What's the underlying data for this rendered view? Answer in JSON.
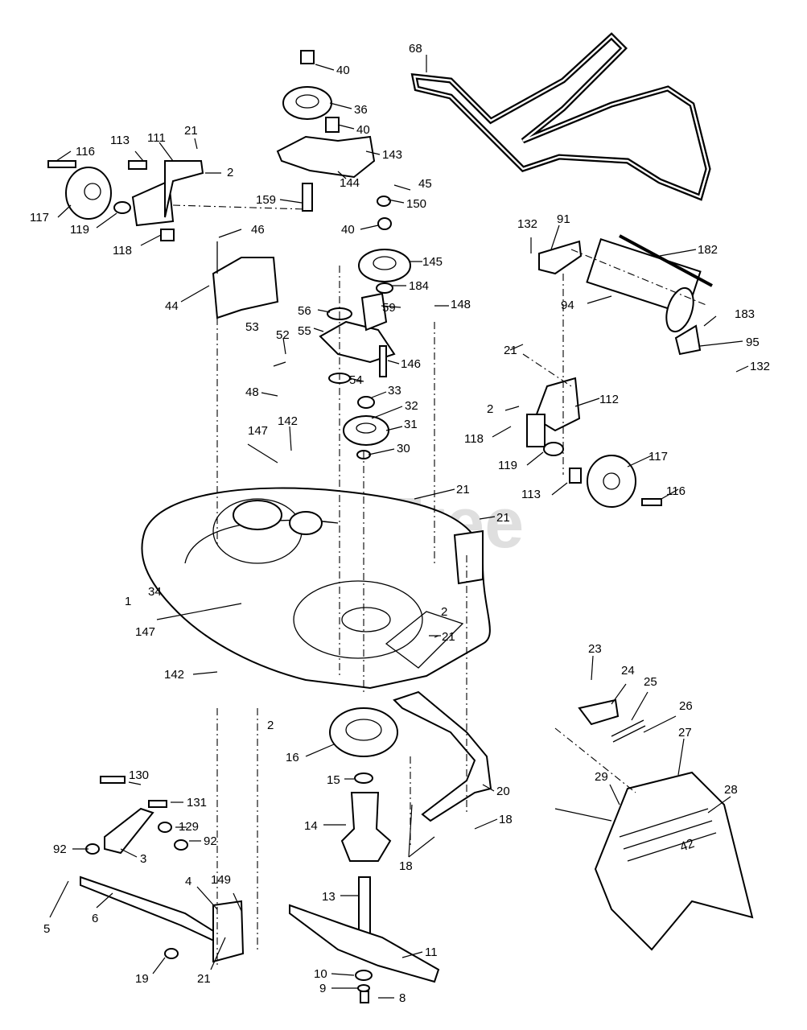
{
  "watermark": "PartsTree",
  "callouts": [
    "40",
    "36",
    "40",
    "143",
    "144",
    "159",
    "68",
    "45",
    "150",
    "40",
    "145",
    "184",
    "56",
    "55",
    "59",
    "148",
    "146",
    "54",
    "33",
    "32",
    "31",
    "30",
    "21",
    "21",
    "21",
    "21",
    "2",
    "2",
    "2",
    "2",
    "52",
    "53",
    "48",
    "147",
    "147",
    "142",
    "142",
    "46",
    "44",
    "116",
    "113",
    "111",
    "21",
    "117",
    "119",
    "118",
    "132",
    "91",
    "182",
    "94",
    "183",
    "95",
    "132",
    "112",
    "118",
    "119",
    "117",
    "113",
    "116",
    "1",
    "34",
    "16",
    "15",
    "14",
    "13",
    "11",
    "10",
    "9",
    "8",
    "20",
    "18",
    "18",
    "130",
    "131",
    "129",
    "92",
    "92",
    "3",
    "5",
    "6",
    "4",
    "149",
    "19",
    "21",
    "23",
    "24",
    "25",
    "26",
    "27",
    "28",
    "29"
  ],
  "badge_text": "42"
}
